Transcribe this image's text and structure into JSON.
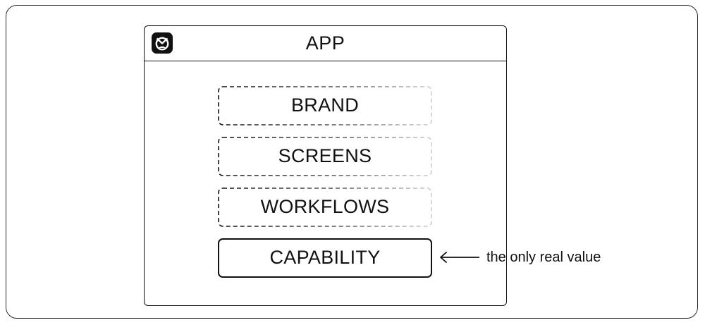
{
  "app": {
    "title": "APP",
    "logo_icon": "app-logo-icon"
  },
  "layers": [
    {
      "label": "BRAND",
      "style": "dashed"
    },
    {
      "label": "SCREENS",
      "style": "dashed"
    },
    {
      "label": "WORKFLOWS",
      "style": "dashed"
    },
    {
      "label": "CAPABILITY",
      "style": "solid"
    }
  ],
  "annotation": {
    "text": "the only real value",
    "arrow_icon": "left-arrow-icon"
  },
  "colors": {
    "stroke": "#111111",
    "dash_fade": "#c8c8c8",
    "background": "#ffffff"
  }
}
